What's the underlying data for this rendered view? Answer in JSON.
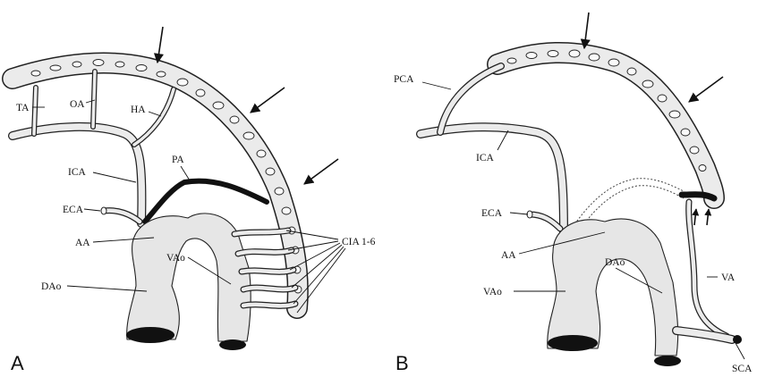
{
  "figure": {
    "panels": [
      {
        "id": "A",
        "letter": "A",
        "labels": {
          "ta": "TA",
          "oa": "OA",
          "ha": "HA",
          "pa": "PA",
          "ica": "ICA",
          "eca": "ECA",
          "aa": "AA",
          "vao": "VAo",
          "dao": "DAo",
          "cia": "CIA 1-6"
        }
      },
      {
        "id": "B",
        "letter": "B",
        "labels": {
          "pca": "PCA",
          "ica": "ICA",
          "eca": "ECA",
          "aa": "AA",
          "vao": "VAo",
          "dao": "DAo",
          "va": "VA",
          "sca": "SCA"
        }
      }
    ],
    "icons": [
      "down-arrow-icon",
      "diagonal-arrow-icon",
      "arrowhead-icon"
    ],
    "colors": {
      "ink": "#111111",
      "vessel_fill": "#e6e6e6",
      "highlight": "#111111"
    }
  }
}
